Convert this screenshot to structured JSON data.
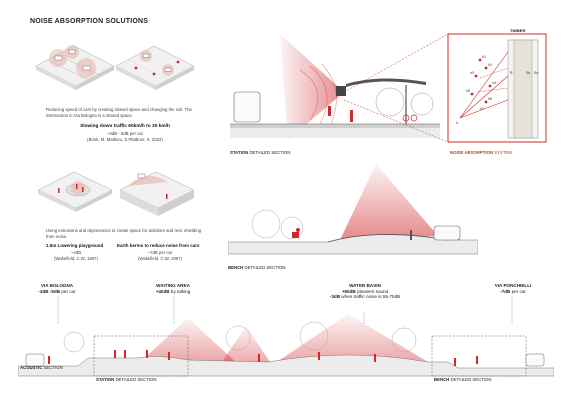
{
  "header": {
    "title": "NOISE ABSORPTION SOLUTIONS"
  },
  "block1": {
    "caption": "Reducing speed of cars by creating shared space and changing the soil. The intersection in Via Bologna is a shared space.",
    "heading": "Slowing down traffic 60km/h to 30 km/h",
    "value": "~3dB - 5dB per car",
    "ref": "(Brink, M, Mathieu, S.Platbner, S, 2022)"
  },
  "block2": {
    "caption": "Using extrusions and depressions to create space for activities and rest, shielding from noise.",
    "left": {
      "heading": "1.5m Lowering playground",
      "value": "~4dB",
      "ref": "(Wakefield, C.W, 1997)"
    },
    "right": {
      "heading": "Earth berms to reduce noise from cars",
      "value": "~7dB per car",
      "ref": "(Wakefield, C.W, 1997)"
    }
  },
  "station": {
    "label_bold": "STATION",
    "label": "DETAILED SECTION"
  },
  "absorb": {
    "timber": "TIMBER",
    "label_bold": "NOISE ABSORPTION",
    "label": "SYSTEM",
    "marks": [
      "Ir1",
      "Ir2",
      "Ir3",
      "Ir4",
      "Ir5",
      "Ir6",
      "Ir7",
      "Ir",
      "R",
      "Sb",
      "Sd"
    ]
  },
  "bench": {
    "label_bold": "BENCH",
    "label": "DETAILED SECTION"
  },
  "acoustic": {
    "label_bold": "ACOUSTIC",
    "label": "SECTION",
    "station_bold": "STATION",
    "station": "DETAILED SECTION",
    "bench_bold": "BENCH",
    "bench": "DETAILED SECTION",
    "points": [
      {
        "name": "VIA BOLOGNA",
        "value": "-3dB -5dB",
        "suffix": " per car"
      },
      {
        "name": "WAITING AREA",
        "value": "+40dB",
        "suffix": " by talking"
      },
      {
        "name": "WATER BASIN",
        "value": "+50dB",
        "suffix": " pleasent sound",
        "extra_value": "-3dB",
        "extra_suffix": " when traffic noise is 55-75dB"
      },
      {
        "name": "VIA PONCHIELLI",
        "value": "-7dB",
        "suffix": " per car"
      }
    ]
  },
  "colors": {
    "accent": "#d0282b",
    "ink": "#222222",
    "ground": "#9aa0a6"
  }
}
